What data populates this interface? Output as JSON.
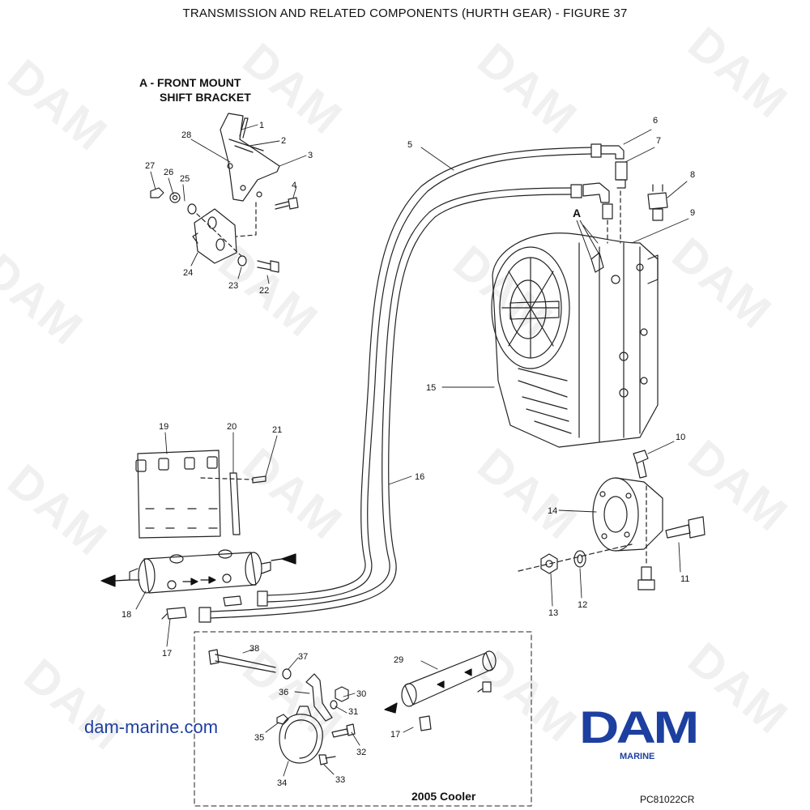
{
  "header": {
    "title": "TRANSMISSION AND RELATED COMPONENTS (HURTH GEAR) - FIGURE 37"
  },
  "inset": {
    "title_line1": "A - FRONT MOUNT",
    "title_line2": "SHIFT BRACKET",
    "detail_letter": "A"
  },
  "cooler_box": {
    "title": "2005 Cooler"
  },
  "footer": {
    "website": "dam-marine.com",
    "logo_text": "DAM",
    "logo_subtext": "MARINE",
    "drawing_code": "PC81022CR"
  },
  "watermark": {
    "text": "DAM"
  },
  "colors": {
    "brand_blue": "#1d3fa0",
    "line": "#222222"
  },
  "callouts": [
    {
      "id": "c1",
      "label": "1"
    },
    {
      "id": "c2",
      "label": "2"
    },
    {
      "id": "c3",
      "label": "3"
    },
    {
      "id": "c4",
      "label": "4"
    },
    {
      "id": "c5",
      "label": "5"
    },
    {
      "id": "c6",
      "label": "6"
    },
    {
      "id": "c7",
      "label": "7"
    },
    {
      "id": "c8",
      "label": "8"
    },
    {
      "id": "c9",
      "label": "9"
    },
    {
      "id": "c10",
      "label": "10"
    },
    {
      "id": "c11",
      "label": "11"
    },
    {
      "id": "c12",
      "label": "12"
    },
    {
      "id": "c13",
      "label": "13"
    },
    {
      "id": "c14",
      "label": "14"
    },
    {
      "id": "c15",
      "label": "15"
    },
    {
      "id": "c16",
      "label": "16"
    },
    {
      "id": "c17",
      "label": "17"
    },
    {
      "id": "c17b",
      "label": "17"
    },
    {
      "id": "c18",
      "label": "18"
    },
    {
      "id": "c19",
      "label": "19"
    },
    {
      "id": "c20",
      "label": "20"
    },
    {
      "id": "c21",
      "label": "21"
    },
    {
      "id": "c22",
      "label": "22"
    },
    {
      "id": "c23",
      "label": "23"
    },
    {
      "id": "c24",
      "label": "24"
    },
    {
      "id": "c25",
      "label": "25"
    },
    {
      "id": "c26",
      "label": "26"
    },
    {
      "id": "c27",
      "label": "27"
    },
    {
      "id": "c28",
      "label": "28"
    },
    {
      "id": "c29",
      "label": "29"
    },
    {
      "id": "c30",
      "label": "30"
    },
    {
      "id": "c31",
      "label": "31"
    },
    {
      "id": "c32",
      "label": "32"
    },
    {
      "id": "c33",
      "label": "33"
    },
    {
      "id": "c34",
      "label": "34"
    },
    {
      "id": "c35",
      "label": "35"
    },
    {
      "id": "c36",
      "label": "36"
    },
    {
      "id": "c37",
      "label": "37"
    },
    {
      "id": "c38",
      "label": "38"
    }
  ]
}
